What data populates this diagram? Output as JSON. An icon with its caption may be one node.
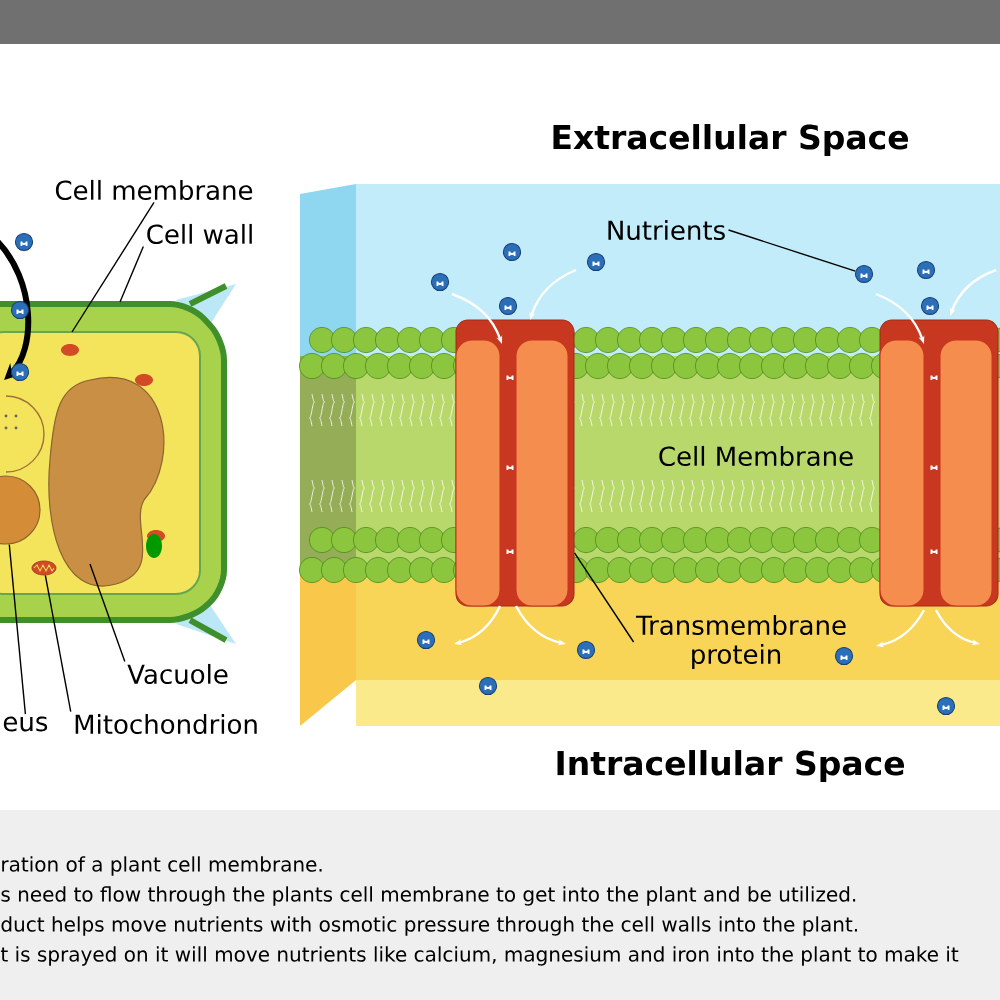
{
  "diagram": {
    "nodes": [
      {
        "text": [
          "Cell membrane"
        ]
      },
      {
        "text": [
          "Cell wall"
        ]
      },
      {
        "text": [
          "eus"
        ]
      },
      {
        "text": [
          "Mitochondrion"
        ]
      },
      {
        "text": [
          "Vacuole"
        ]
      },
      {
        "text": [
          "Nutrients"
        ]
      },
      {
        "text": [
          "Transmembrane protein"
        ]
      },
      {
        "text": [],
        "shape": "picture"
      },
      {
        "text": [],
        "shape": "picture",
        "in": 7
      },
      {
        "text": [],
        "shape": "circle",
        "in": 8
      },
      {
        "text": [],
        "shape": "picture",
        "in": 8
      },
      {
        "text": [],
        "shape": "picture",
        "in": 8
      },
      {
        "text": [],
        "shape": "circle"
      },
      {
        "text": [],
        "shape": "picture"
      }
    ],
    "edges": [
      {
        "from": 0,
        "to": 8,
        "arrow": "none"
      },
      {
        "from": 1,
        "to": 7,
        "arrow": "none"
      },
      {
        "from": 2,
        "to": 9,
        "arrow": "none"
      },
      {
        "from": 3,
        "to": 10,
        "arrow": "none"
      },
      {
        "from": 4,
        "to": 11,
        "arrow": "none"
      },
      {
        "from": 5,
        "to": 12,
        "arrow": "none"
      },
      {
        "from": 6,
        "to": 13,
        "arrow": "none"
      }
    ],
    "labels": [
      "Extracellular Space",
      "Cell Membrane",
      "Intracellular Space",
      "ration of a plant cell membrane.",
      "s need to flow through the plants cell membrane to get into the plant and be utilized.",
      "duct helps move nutrients with osmotic pressure through the cell walls into the plant.",
      "t is sprayed on it will move nutrients like calcium, magnesium and iron into the plant to make it"
    ]
  }
}
